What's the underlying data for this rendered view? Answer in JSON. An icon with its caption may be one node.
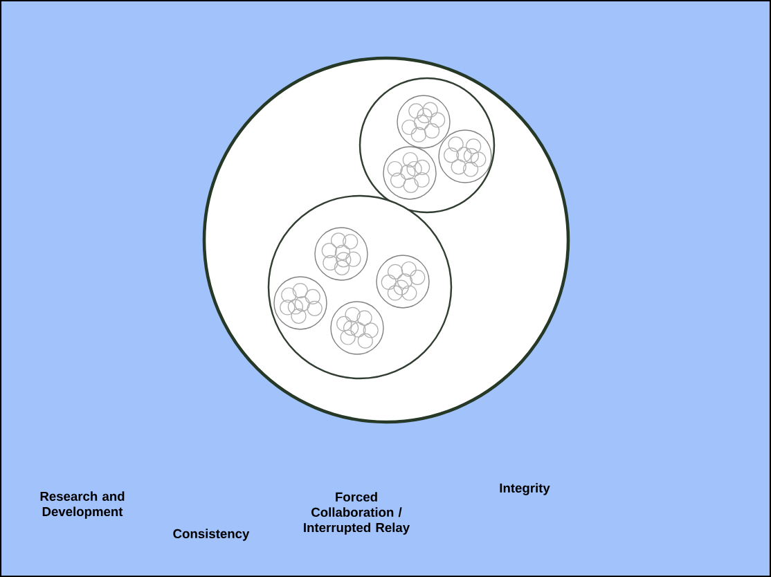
{
  "diagram": {
    "nodes": [
      {
        "text": [],
        "shape": "circle"
      },
      {
        "text": [],
        "shape": "circle",
        "in": 0
      },
      {
        "text": [],
        "shape": "circle",
        "in": 1
      },
      {
        "text": [],
        "shape": "circle",
        "in": 1
      },
      {
        "text": [],
        "shape": "circle",
        "in": 1
      },
      {
        "text": [],
        "shape": "circle",
        "in": 0
      },
      {
        "text": [],
        "shape": "circle",
        "in": 5
      },
      {
        "text": [],
        "shape": "circle",
        "in": 5
      },
      {
        "text": [],
        "shape": "circle",
        "in": 5
      },
      {
        "text": [],
        "shape": "circle",
        "in": 5
      }
    ],
    "labels": [
      "Research and Development",
      "Consistency",
      "Forced Collaboration / Interrupted Relay",
      "Integrity"
    ]
  }
}
